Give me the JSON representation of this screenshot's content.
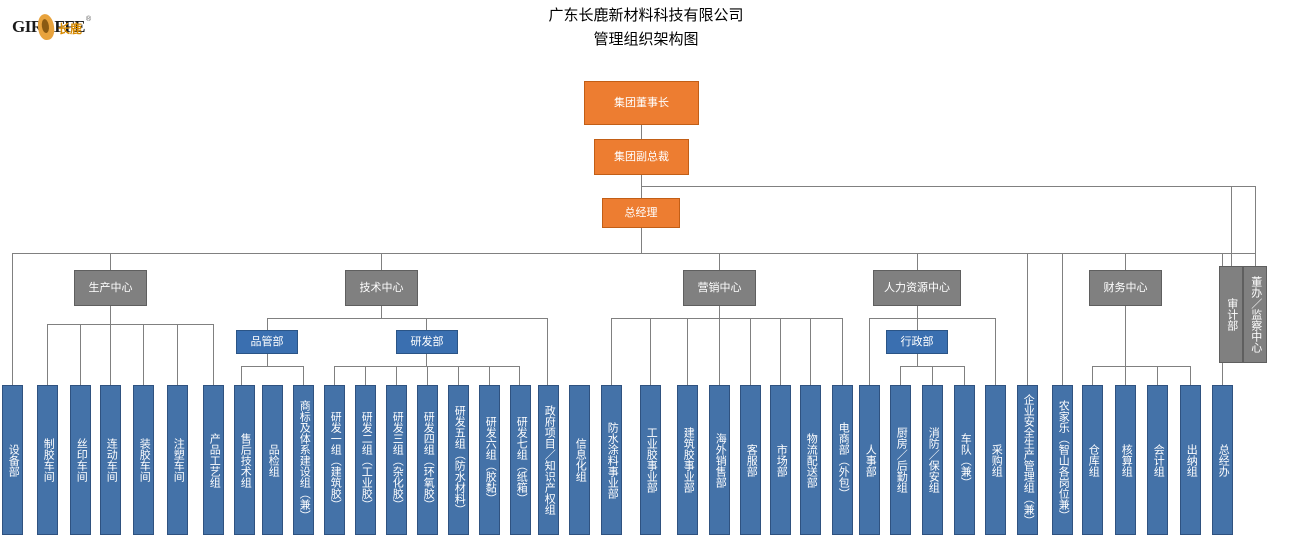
{
  "header": {
    "title_line1": "广东长鹿新材料科技有限公司",
    "title_line2": "管理组织架构图",
    "logo_text": "GIRAFFE",
    "logo_cn": "长鹿",
    "logo_tm": "®"
  },
  "colors": {
    "orange": "#ED7D31",
    "gray": "#808080",
    "blue": "#4472A8",
    "line": "#808080",
    "text": "#FFFFFF"
  },
  "chart_data": {
    "type": "org-chart",
    "top": [
      {
        "label": "集团董事长",
        "color": "orange"
      },
      {
        "label": "集团副总裁",
        "color": "orange"
      },
      {
        "label": "总经理",
        "color": "orange"
      }
    ],
    "centers": [
      {
        "label": "生产中心",
        "color": "gray"
      },
      {
        "label": "技术中心",
        "color": "gray"
      },
      {
        "label": "营销中心",
        "color": "gray"
      },
      {
        "label": "人力资源中心",
        "color": "gray"
      },
      {
        "label": "财务中心",
        "color": "gray"
      }
    ],
    "side_units": [
      {
        "label": "审计部",
        "color": "gray"
      },
      {
        "label": "董办／监察中心",
        "color": "gray"
      }
    ],
    "mid_departments": [
      {
        "label": "品管部",
        "color": "blue"
      },
      {
        "label": "研发部",
        "color": "blue"
      },
      {
        "label": "行政部",
        "color": "blue"
      }
    ],
    "leaves": [
      "设备部",
      "制胶车间",
      "丝印车间",
      "连动车间",
      "装胶车间",
      "注塑车间",
      "产品工艺组",
      "售后技术组",
      "品检组",
      "商标及体系建设组（兼）",
      "研发一组（建筑胶）",
      "研发二组（工业胶）",
      "研发三组（杂化胶）",
      "研发四组（环氧胶）",
      "研发五组（防水材料）",
      "研发六组（胶黏）",
      "研发七组（纸箱）",
      "政府项目／知识产权组",
      "信息化组",
      "防水涂料事业部",
      "工业胶事业部",
      "建筑胶事业部",
      "海外销售部",
      "客服部",
      "市场部",
      "物流配送部",
      "电商部（外包）",
      "人事部",
      "厨房／后勤组",
      "消防／保安组",
      "车队（兼）",
      "采购组",
      "企业安全生产管理组（兼）",
      "农家乐（智山各岗位兼）",
      "仓库组",
      "核算组",
      "会计组",
      "出纳组",
      "总经办"
    ]
  }
}
